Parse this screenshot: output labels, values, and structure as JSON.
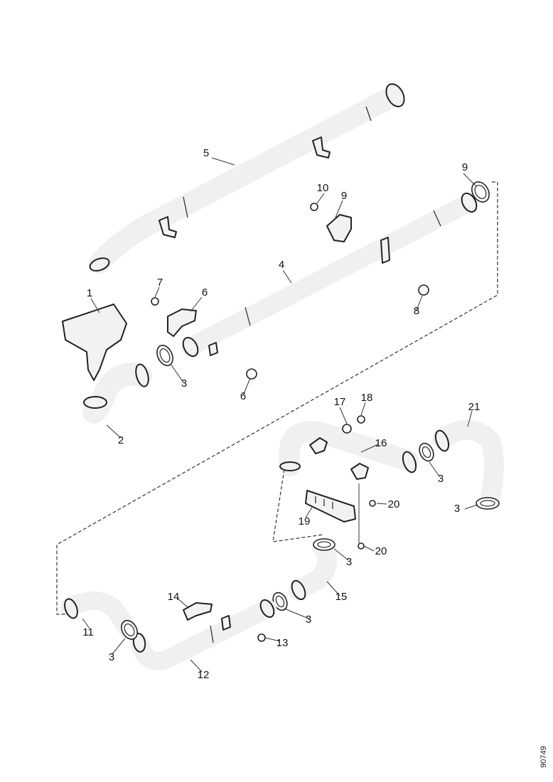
{
  "callouts": {
    "c1": "1",
    "c2": "2",
    "c3a": "3",
    "c3b": "3",
    "c3c": "3",
    "c3d": "3",
    "c3e": "3",
    "c3f": "3",
    "c4": "4",
    "c5": "5",
    "c6a": "6",
    "c6b": "6",
    "c7": "7",
    "c8": "8",
    "c9a": "9",
    "c9b": "9",
    "c10": "10",
    "c11": "11",
    "c12": "12",
    "c13": "13",
    "c14": "14",
    "c15": "15",
    "c16": "16",
    "c17": "17",
    "c18": "18",
    "c19": "19",
    "c20a": "20",
    "c20b": "20",
    "c21": "21"
  },
  "page_ref": "90749"
}
